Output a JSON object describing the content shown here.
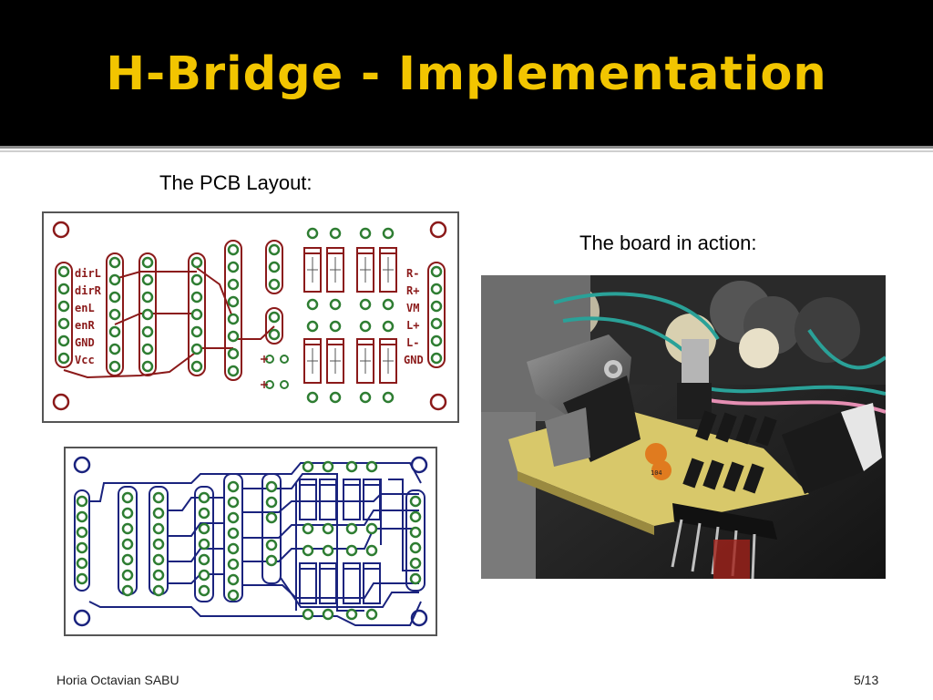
{
  "slide": {
    "title": "H-Bridge - Implementation",
    "pcb_caption": "The PCB Layout:",
    "photo_caption": "The board in action:",
    "author": "Horia Octavian SABU",
    "page": "5/13"
  },
  "silkscreen": {
    "left_labels": [
      "dirL",
      "dirR",
      "enL",
      "enR",
      "GND",
      "Vcc"
    ],
    "right_labels": [
      "R-",
      "R+",
      "VM",
      "L+",
      "L-",
      "GND"
    ]
  },
  "photo": {
    "capacitor_marking": "104"
  },
  "colors": {
    "header_bg": "#000000",
    "title": "#f2c500",
    "copper_red": "#8b1a1a",
    "copper_blue": "#1a237e",
    "pad_green": "#2e7d32",
    "board_yellow": "#d8c86a"
  }
}
